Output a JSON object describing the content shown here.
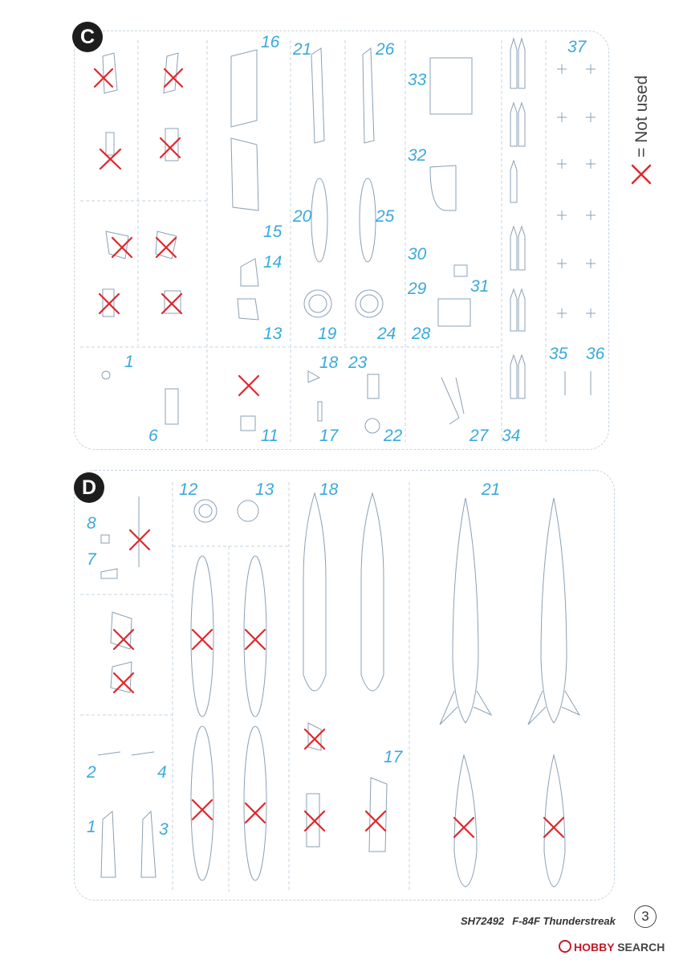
{
  "sheets": {
    "c": {
      "letter": "C"
    },
    "d": {
      "letter": "D"
    }
  },
  "legend": {
    "text": "= Not used",
    "mark_color": "#e0262b"
  },
  "accent": "#3aa9dc",
  "labels_c": [
    {
      "id": "c16",
      "text": "16"
    },
    {
      "id": "c21",
      "text": "21"
    },
    {
      "id": "c26",
      "text": "26"
    },
    {
      "id": "c37",
      "text": "37"
    },
    {
      "id": "c33",
      "text": "33"
    },
    {
      "id": "c32",
      "text": "32"
    },
    {
      "id": "c20",
      "text": "20"
    },
    {
      "id": "c25",
      "text": "25"
    },
    {
      "id": "c15",
      "text": "15"
    },
    {
      "id": "c14",
      "text": "14"
    },
    {
      "id": "c30",
      "text": "30"
    },
    {
      "id": "c29",
      "text": "29"
    },
    {
      "id": "c31",
      "text": "31"
    },
    {
      "id": "c13",
      "text": "13"
    },
    {
      "id": "c19",
      "text": "19"
    },
    {
      "id": "c24",
      "text": "24"
    },
    {
      "id": "c28",
      "text": "28"
    },
    {
      "id": "c35",
      "text": "35"
    },
    {
      "id": "c36",
      "text": "36"
    },
    {
      "id": "c1",
      "text": "1"
    },
    {
      "id": "c18",
      "text": "18"
    },
    {
      "id": "c23",
      "text": "23"
    },
    {
      "id": "c6",
      "text": "6"
    },
    {
      "id": "c11",
      "text": "11"
    },
    {
      "id": "c17",
      "text": "17"
    },
    {
      "id": "c22",
      "text": "22"
    },
    {
      "id": "c27",
      "text": "27"
    },
    {
      "id": "c34",
      "text": "34"
    }
  ],
  "labels_d": [
    {
      "id": "d12",
      "text": "12"
    },
    {
      "id": "d13",
      "text": "13"
    },
    {
      "id": "d18",
      "text": "18"
    },
    {
      "id": "d21",
      "text": "21"
    },
    {
      "id": "d8",
      "text": "8"
    },
    {
      "id": "d7",
      "text": "7"
    },
    {
      "id": "d17",
      "text": "17"
    },
    {
      "id": "d2",
      "text": "2"
    },
    {
      "id": "d4",
      "text": "4"
    },
    {
      "id": "d1",
      "text": "1"
    },
    {
      "id": "d3",
      "text": "3"
    }
  ],
  "footer": {
    "code": "SH72492",
    "model": "F-84F Thunderstreak",
    "page": "3"
  },
  "watermark": {
    "part1": "HOBBY",
    "part2": "SEARCH"
  }
}
